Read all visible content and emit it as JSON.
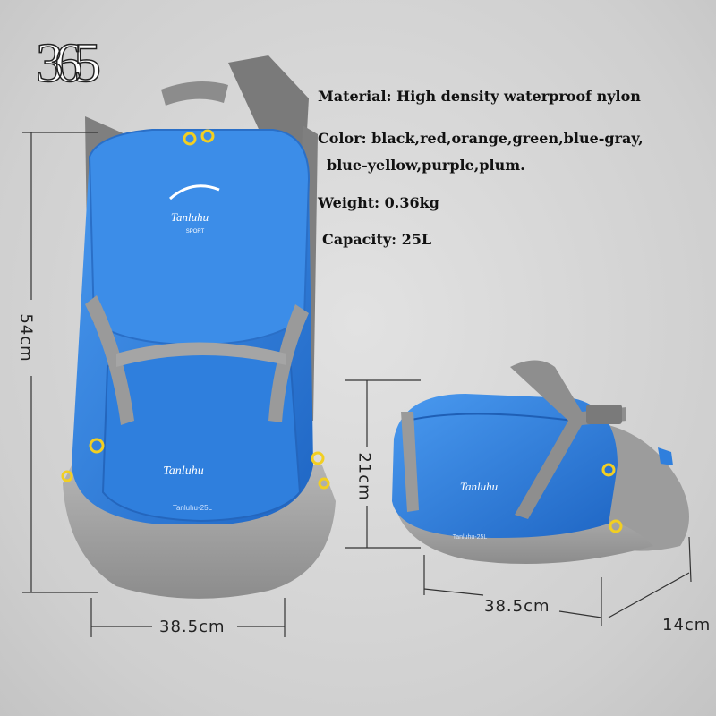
{
  "logo": {
    "text": "365"
  },
  "specs": {
    "material": "Material: High density waterproof nylon",
    "color_line1": "Color: black,red,orange,green,blue-gray,",
    "color_line2": "blue-yellow,purple,plum.",
    "weight": "Weight: 0.36kg",
    "capacity": "Capacity: 25L"
  },
  "backpack": {
    "brand": "Tanluhu",
    "brand_sub": "SPORT",
    "script_brand": "Tanluhu",
    "tag": "Tanluhu-25L",
    "height_label": "54cm",
    "width_label": "38.5cm"
  },
  "waist_pack": {
    "script_brand": "Tanluhu",
    "tag": "Tanluhu-25L",
    "height_label": "21cm",
    "width_label": "38.5cm",
    "depth_label": "14cm"
  },
  "colors": {
    "bag_blue": "#2e7fe0",
    "bag_blue_dark": "#1d5fb5",
    "bag_gray": "#9e9e9e",
    "strap_gray": "#8a8a8a",
    "buckle_yellow": "#f2cf22"
  }
}
